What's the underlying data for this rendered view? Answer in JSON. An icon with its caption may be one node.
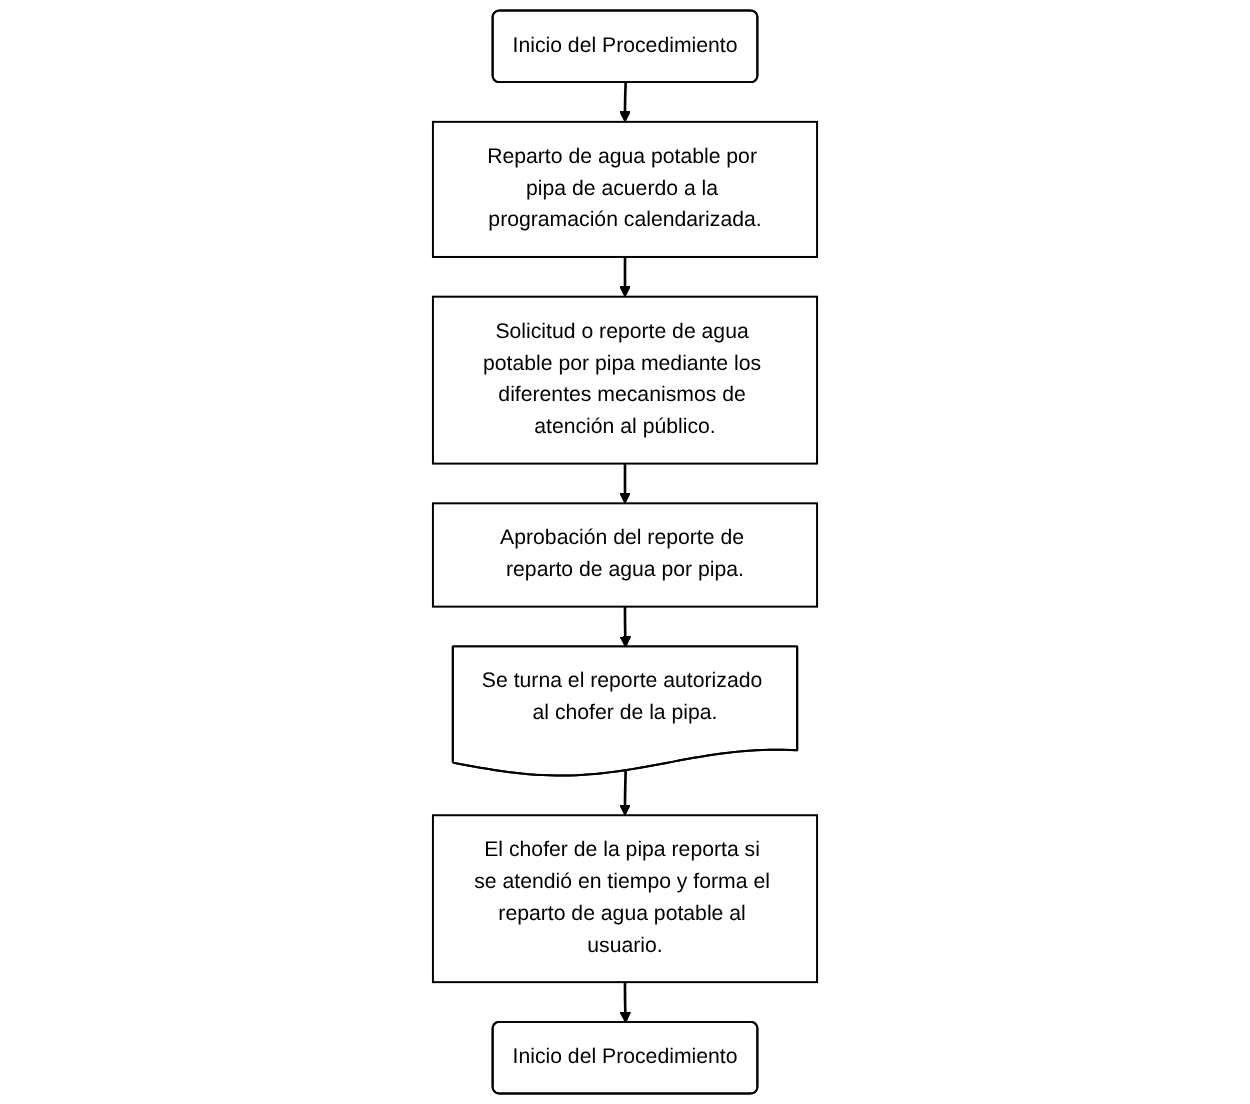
{
  "diagram": {
    "nodes": [
      {
        "text": [
          "Inicio del Procedimiento"
        ]
      },
      {
        "text": [
          "Reparto de agua potable por pipa de acuerdo a la programación calendarizada."
        ]
      },
      {
        "text": [
          "Solicitud o reporte de agua potable por pipa mediante los diferentes mecanismos de atención al público."
        ]
      },
      {
        "text": [
          "Aprobación del reporte de reparto de agua por pipa."
        ]
      },
      {
        "text": [
          "Se turna el reporte autorizado al chofer de la pipa."
        ]
      },
      {
        "text": [
          "El chofer de la pipa reporta si se atendió en tiempo y forma el reparto de agua potable al usuario."
        ]
      },
      {
        "text": [
          "Inicio del Procedimiento"
        ]
      }
    ],
    "edges": [
      {
        "from": 0,
        "to": 1,
        "arrow": "to"
      },
      {
        "from": 1,
        "to": 2,
        "arrow": "to"
      },
      {
        "from": 2,
        "to": 3,
        "arrow": "to"
      },
      {
        "from": 3,
        "to": 4,
        "arrow": "to"
      },
      {
        "from": 4,
        "to": 5,
        "arrow": "to"
      },
      {
        "from": 5,
        "to": 6,
        "arrow": "to"
      }
    ]
  }
}
